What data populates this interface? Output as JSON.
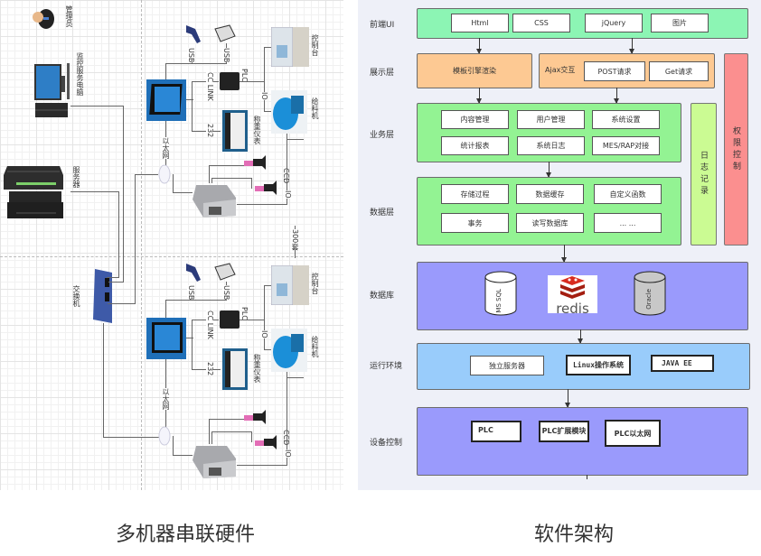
{
  "hardware": {
    "caption": "多机器串联硬件",
    "labels": {
      "admin": "管理员",
      "monitor_pc": "监控服务电脑",
      "server": "服务器",
      "switch": "交换机",
      "ethernet": "以太网",
      "usb": "USB",
      "cc_link": "CC LINK",
      "plc": "PLC",
      "rs232": "232",
      "weighing_instrument": "称重仪表",
      "control_panel": "控制台",
      "feeder": "给料机",
      "io": "IO",
      "ccd": "CCD",
      "count": "300套"
    }
  },
  "software": {
    "caption": "软件架构",
    "layers": {
      "frontend": {
        "label": "前端UI",
        "items": [
          "Html",
          "CSS",
          "jQuery",
          "图片"
        ]
      },
      "presentation": {
        "label": "展示层",
        "template": "模板引擎渲染",
        "ajax": "Ajax交互",
        "items": [
          "POST请求",
          "Get请求"
        ]
      },
      "business": {
        "label": "业务层",
        "items": [
          "内容管理",
          "用户管理",
          "系统设置",
          "统计报表",
          "系统日志",
          "MES/RAP对接"
        ]
      },
      "data": {
        "label": "数据层",
        "items": [
          "存储过程",
          "数据缓存",
          "自定义函数",
          "事务",
          "读写数据库",
          "... ..."
        ]
      },
      "database": {
        "label": "数据库",
        "items": [
          "MS SQL",
          "redis",
          "Oracle"
        ]
      },
      "runtime": {
        "label": "运行环境",
        "items": [
          "独立服务器",
          "Linux操作系统",
          "JAVA EE"
        ]
      },
      "device": {
        "label": "设备控制",
        "items": [
          "PLC",
          "PLC扩展模块",
          "PLC以太网"
        ]
      }
    },
    "side": {
      "logging": "日志记录",
      "permission": "权限控制"
    },
    "colors": {
      "frontend": "#8cf5b4",
      "presentation": "#fdc993",
      "business": "#93f393",
      "database": "#9a9afc",
      "runtime": "#99ccfb",
      "logging": "#cbfb93",
      "permission": "#fb8f8f",
      "background": "#eef0f8"
    }
  }
}
